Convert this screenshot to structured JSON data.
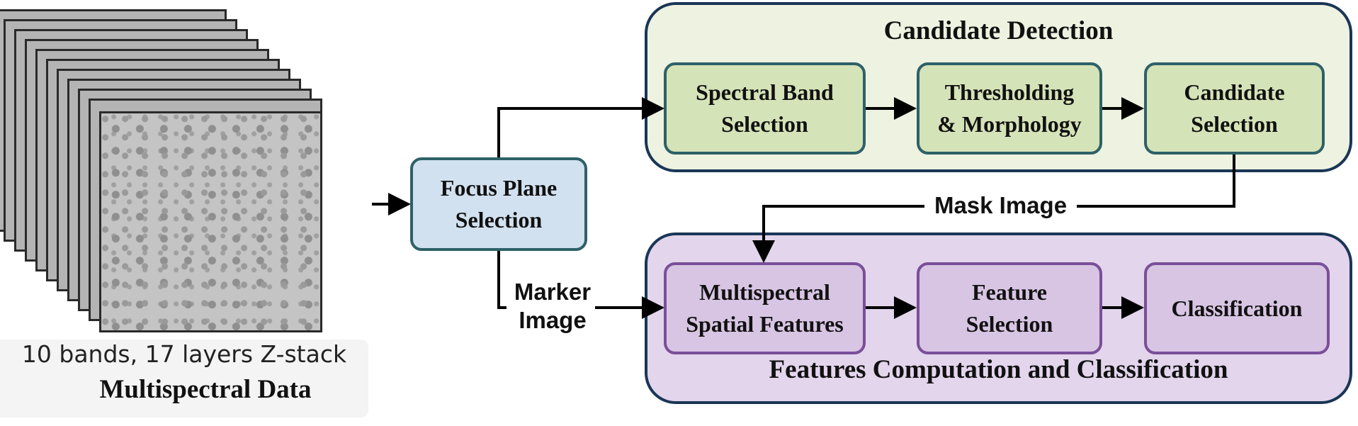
{
  "groups": {
    "candidate_detection": "Candidate Detection",
    "features": "Features Computation and Classification"
  },
  "nodes": {
    "focus": [
      "Focus Plane",
      "Selection"
    ],
    "spectral": [
      "Spectral Band",
      "Selection"
    ],
    "threshold": [
      "Thresholding",
      "& Morphology"
    ],
    "candidate": [
      "Candidate",
      "Selection"
    ],
    "multispectral": [
      "Multispectral",
      "Spatial Features"
    ],
    "feature_sel": [
      "Feature",
      "Selection"
    ],
    "classification": [
      "Classification"
    ]
  },
  "edge_labels": {
    "mask": "Mask Image",
    "marker": [
      "Marker",
      "Image"
    ]
  },
  "stack": {
    "caption": "10 bands, 17 layers Z-stack",
    "title": "Multispectral Data"
  },
  "colors": {
    "green_fill": "#d5e3b8",
    "purple_fill": "#d8c5e3",
    "blue_fill": "#d2e1ef",
    "group_green": "#eef2e0",
    "group_purple": "#e3d5ec",
    "border_dark": "#1a3656"
  }
}
